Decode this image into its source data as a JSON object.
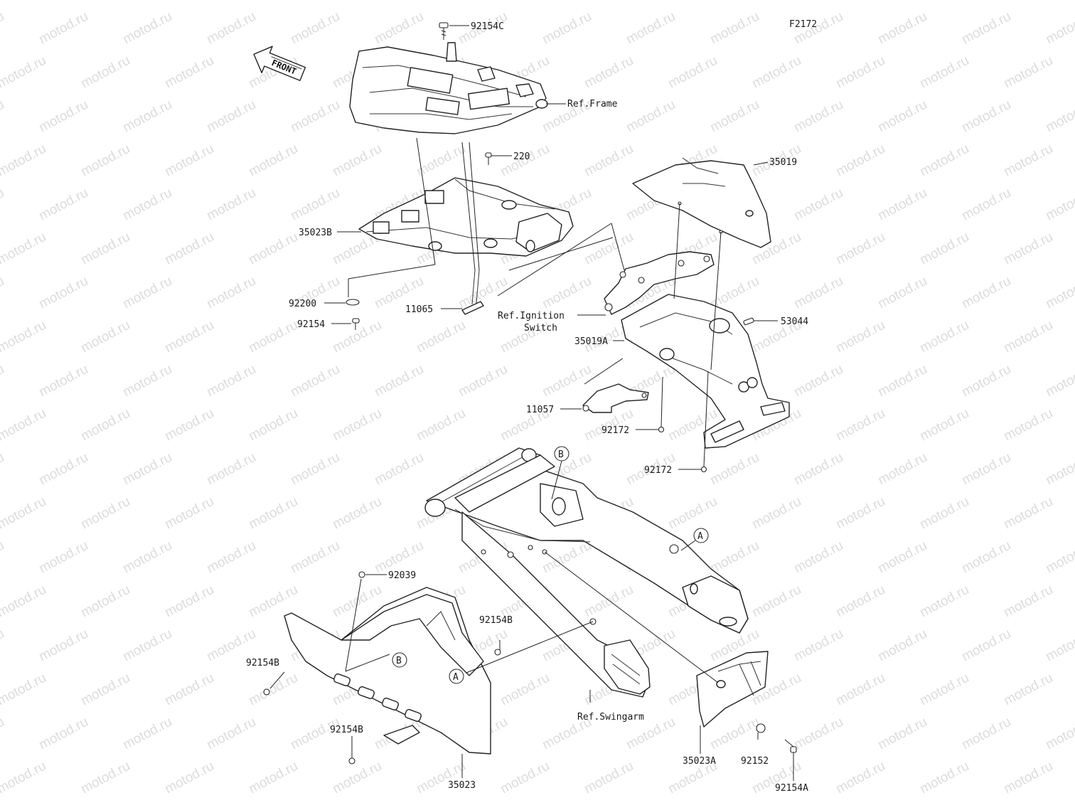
{
  "diagram": {
    "figure_code": "F2172",
    "front_label": "FRONT",
    "watermark": "motod.ru",
    "labels": [
      {
        "id": "92154C",
        "text": "92154C"
      },
      {
        "id": "ref-frame",
        "text": "Ref.Frame"
      },
      {
        "id": "220",
        "text": "220"
      },
      {
        "id": "35019",
        "text": "35019"
      },
      {
        "id": "35023B",
        "text": "35023B"
      },
      {
        "id": "92200",
        "text": "92200"
      },
      {
        "id": "92154",
        "text": "92154"
      },
      {
        "id": "11065",
        "text": "11065"
      },
      {
        "id": "ref-ignition-1",
        "text": "Ref.Ignition"
      },
      {
        "id": "ref-ignition-2",
        "text": "Switch"
      },
      {
        "id": "53044",
        "text": "53044"
      },
      {
        "id": "35019A",
        "text": "35019A"
      },
      {
        "id": "11057",
        "text": "11057"
      },
      {
        "id": "92172a",
        "text": "92172"
      },
      {
        "id": "92172b",
        "text": "92172"
      },
      {
        "id": "92039",
        "text": "92039"
      },
      {
        "id": "92154B-mid",
        "text": "92154B"
      },
      {
        "id": "92154B-left",
        "text": "92154B"
      },
      {
        "id": "92154B-low",
        "text": "92154B"
      },
      {
        "id": "ref-swingarm",
        "text": "Ref.Swingarm"
      },
      {
        "id": "35023A",
        "text": "35023A"
      },
      {
        "id": "92152",
        "text": "92152"
      },
      {
        "id": "92154A",
        "text": "92154A"
      },
      {
        "id": "35023",
        "text": "35023"
      }
    ],
    "callouts": [
      {
        "id": "B-top",
        "letter": "B"
      },
      {
        "id": "A-right",
        "letter": "A"
      },
      {
        "id": "B-guard",
        "letter": "B"
      },
      {
        "id": "A-guard",
        "letter": "A"
      }
    ]
  }
}
